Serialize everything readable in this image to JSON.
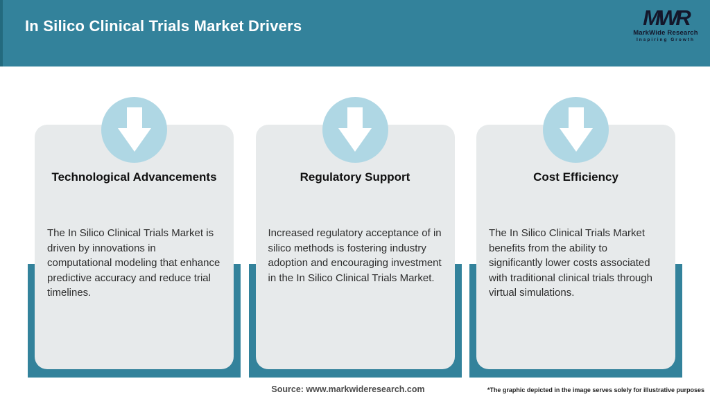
{
  "header": {
    "title": "In Silico Clinical Trials Market Drivers",
    "logo": {
      "monogram": "MWR",
      "name": "MarkWide Research",
      "tagline": "Inspiring Growth"
    }
  },
  "cards": [
    {
      "icon": "down-arrow-icon",
      "title": "Technological Advancements",
      "description": "The In Silico Clinical Trials Market is driven by innovations in computational modeling that enhance predictive accuracy and reduce trial timelines."
    },
    {
      "icon": "down-arrow-icon",
      "title": "Regulatory Support",
      "description": "Increased regulatory acceptance of in silico methods is fostering industry adoption and encouraging investment in the In Silico Clinical Trials Market."
    },
    {
      "icon": "down-arrow-icon",
      "title": "Cost Efficiency",
      "description": "The In Silico Clinical Trials Market benefits from the ability to significantly lower costs associated with traditional clinical trials through virtual simulations."
    }
  ],
  "footer": {
    "source": "Source: www.markwideresearch.com",
    "disclaimer": "*The graphic depicted in the image serves solely for illustrative purposes"
  },
  "colors": {
    "teal": "#33829B",
    "teal_dark_edge": "#236a7e",
    "card_background": "#E7EAEB",
    "circle_blue": "#AFD7E4",
    "header_text": "#FFFFFF",
    "body_text": "#2d2d2d",
    "logo_dark": "#14162a"
  }
}
